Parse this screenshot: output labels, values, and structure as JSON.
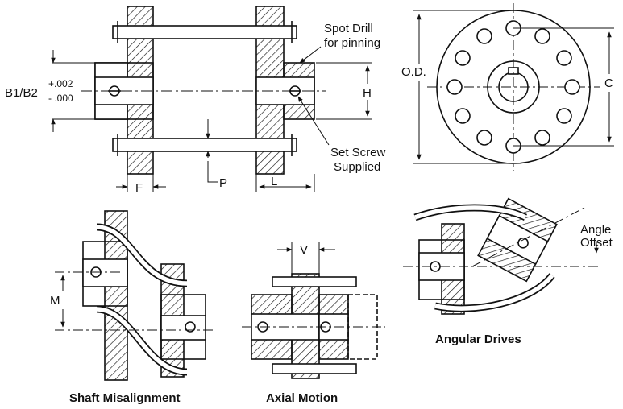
{
  "diagram": {
    "side_view": {
      "label_b": "B1/B2",
      "tol_upper": "+.002",
      "tol_lower": "- .000",
      "label_f": "F",
      "label_p": "P",
      "label_l": "L",
      "label_h": "H",
      "note_spot_line1": "Spot Drill",
      "note_spot_line2": "for pinning",
      "note_set_line1": "Set Screw",
      "note_set_line2": "Supplied"
    },
    "end_view": {
      "label_od": "O.D.",
      "label_c": "C"
    },
    "misalignment": {
      "label_m": "M",
      "caption": "Shaft Misalignment"
    },
    "axial": {
      "label_v": "V",
      "caption": "Axial Motion"
    },
    "angular": {
      "angle_line1": "Angle",
      "angle_line2": "Offset",
      "caption": "Angular Drives"
    }
  }
}
